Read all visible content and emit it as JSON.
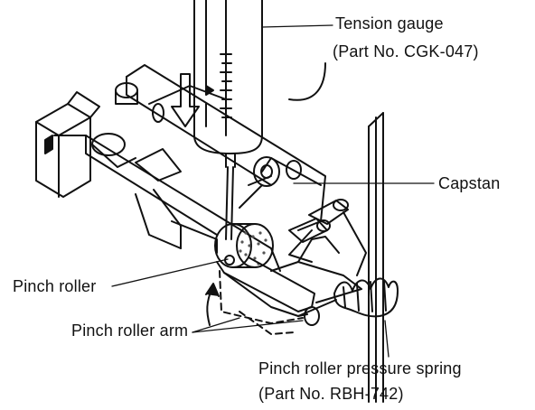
{
  "labels": {
    "tension_gauge": "Tension gauge",
    "tension_gauge_part": "(Part No. CGK-047)",
    "capstan": "Capstan",
    "pinch_roller": "Pinch roller",
    "pinch_roller_arm": "Pinch roller arm",
    "pressure_spring": "Pinch roller pressure spring",
    "pressure_spring_part": "(Part No. RBH-742)"
  },
  "colors": {
    "ink": "#111111",
    "paper": "#ffffff"
  }
}
